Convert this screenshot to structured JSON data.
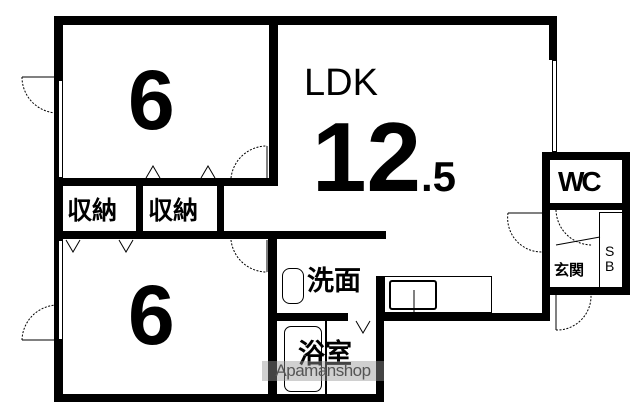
{
  "floorplan": {
    "rooms": {
      "western_room_top": {
        "label": "6"
      },
      "western_room_bottom": {
        "label": "6"
      },
      "ldk": {
        "type_label": "LDK",
        "size_main": "12",
        "size_fraction": ".5"
      },
      "storage_left": {
        "label": "収納"
      },
      "storage_right": {
        "label": "収納"
      },
      "wc": {
        "label": "WC"
      },
      "washroom": {
        "label": "洗面"
      },
      "bathroom": {
        "label": "浴室"
      },
      "entrance": {
        "label": "玄関"
      },
      "shoe_box": {
        "label_line1": "S",
        "label_line2": "B"
      }
    },
    "watermark": "Apamanshop",
    "colors": {
      "wall": "#000000",
      "background": "#ffffff",
      "watermark_bg": "#969696"
    }
  }
}
